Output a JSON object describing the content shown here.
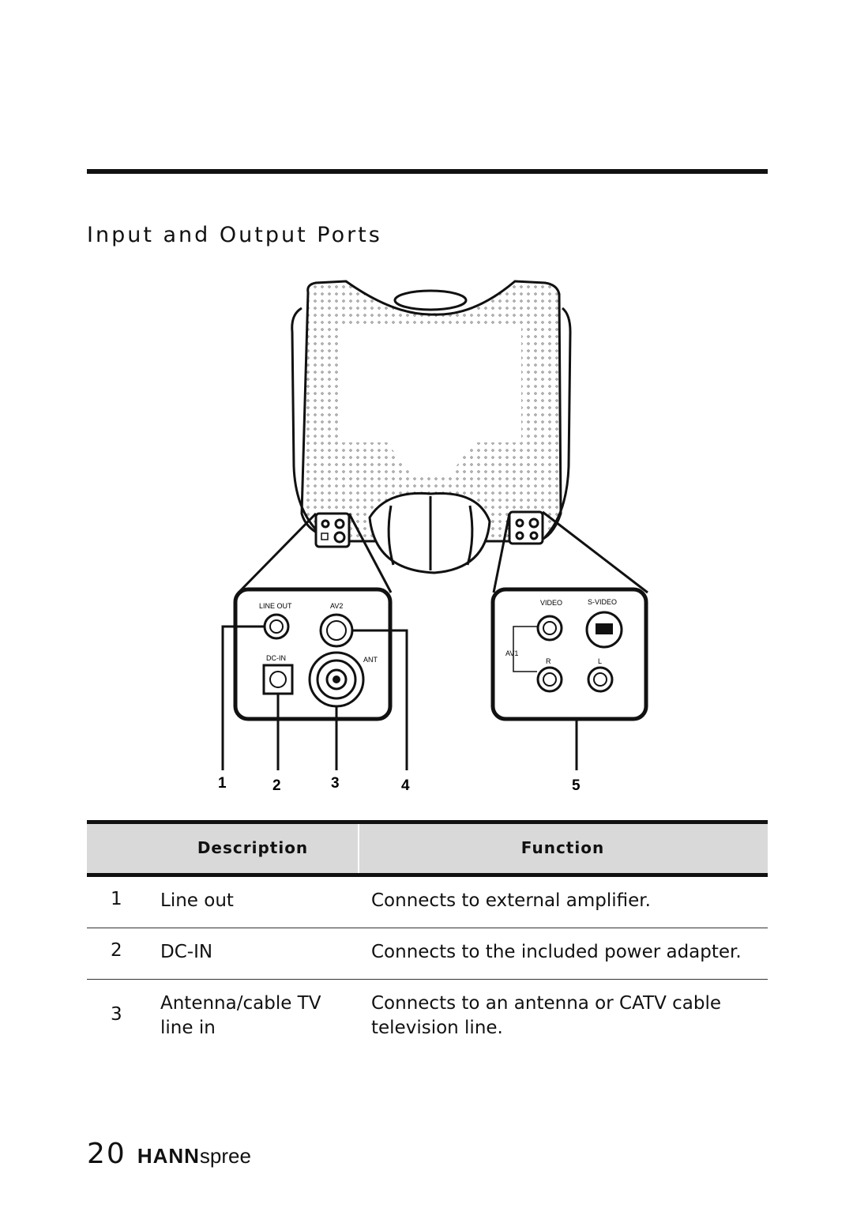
{
  "section": {
    "title": "Input and Output Ports"
  },
  "figure": {
    "left_panel": {
      "line_out": "LINE OUT",
      "av2": "AV2",
      "dc_in": "DC-IN",
      "ant": "ANT"
    },
    "right_panel": {
      "video": "VIDEO",
      "s_video": "S-VIDEO",
      "av1": "AV1",
      "r": "R",
      "l": "L"
    },
    "callouts": [
      "1",
      "2",
      "3",
      "4",
      "5"
    ]
  },
  "table": {
    "headers": {
      "description": "Description",
      "function": "Function"
    },
    "rows": [
      {
        "num": "1",
        "description": "Line out",
        "function": "Connects to external amplifier."
      },
      {
        "num": "2",
        "description": "DC-IN",
        "function": "Connects to the included power adapter."
      },
      {
        "num": "3",
        "description": "Antenna/cable TV line in",
        "function": "Connects to an antenna or CATV cable television line."
      }
    ]
  },
  "footer": {
    "page_number": "20",
    "brand_bold": "HANN",
    "brand_light": "spree"
  }
}
